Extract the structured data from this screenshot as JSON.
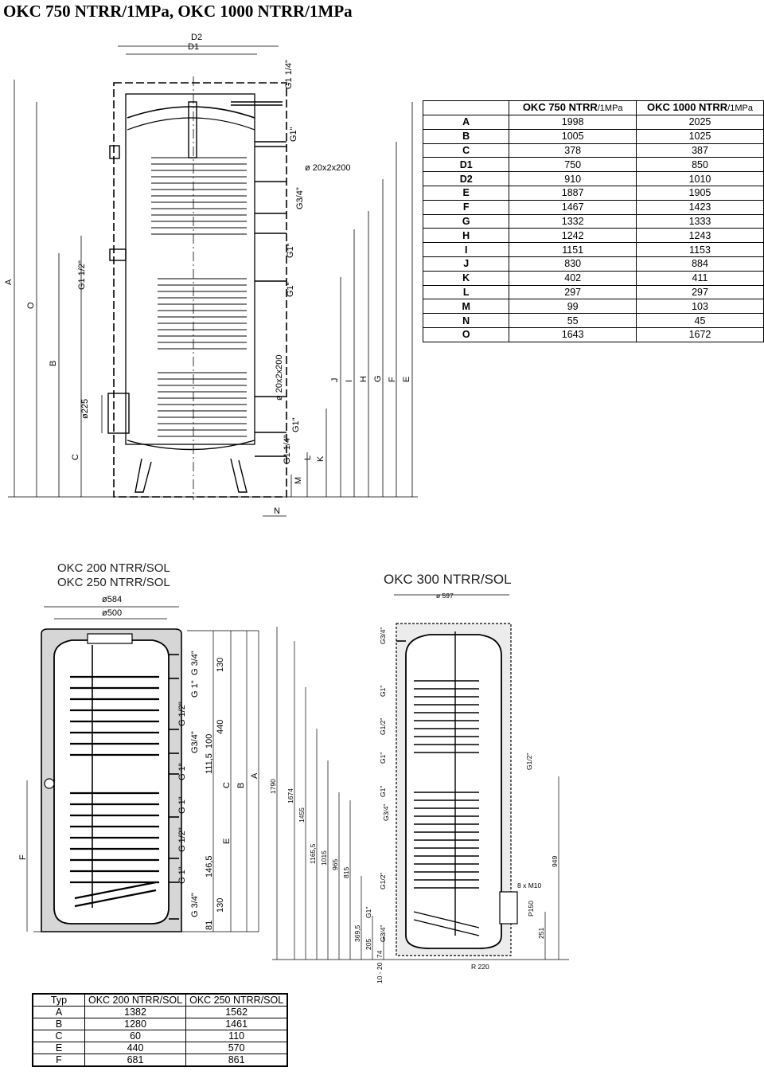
{
  "page": {
    "title": "OKC 750 NTRR/1MPa, OKC 1000 NTRR/1MPa"
  },
  "top_drawing": {
    "dim_labels": [
      "D2",
      "D1",
      "G1 1/4\"",
      "G1\"",
      "ø 20x2x200",
      "G3/4\"",
      "G1\"",
      "G1 1/2\"",
      "G1\"",
      "A",
      "O",
      "B",
      "ø 20x2x200",
      "ø225",
      "G1\"",
      "G1 1/4\"",
      "C",
      "J",
      "I",
      "H",
      "G",
      "F",
      "E",
      "K",
      "L",
      "M",
      "N"
    ]
  },
  "table_750": {
    "headers": [
      "",
      "OKC 750 NTRR",
      "/1MPa",
      "OKC 1000 NTRR",
      "/1MPa"
    ],
    "rows": [
      {
        "key": "A",
        "v750": "1998",
        "v1000": "2025"
      },
      {
        "key": "B",
        "v750": "1005",
        "v1000": "1025"
      },
      {
        "key": "C",
        "v750": "378",
        "v1000": "387"
      },
      {
        "key": "D1",
        "v750": "750",
        "v1000": "850"
      },
      {
        "key": "D2",
        "v750": "910",
        "v1000": "1010"
      },
      {
        "key": "E",
        "v750": "1887",
        "v1000": "1905"
      },
      {
        "key": "F",
        "v750": "1467",
        "v1000": "1423"
      },
      {
        "key": "G",
        "v750": "1332",
        "v1000": "1333"
      },
      {
        "key": "H",
        "v750": "1242",
        "v1000": "1243"
      },
      {
        "key": "I",
        "v750": "1151",
        "v1000": "1153"
      },
      {
        "key": "J",
        "v750": "830",
        "v1000": "884"
      },
      {
        "key": "K",
        "v750": "402",
        "v1000": "411"
      },
      {
        "key": "L",
        "v750": "297",
        "v1000": "297"
      },
      {
        "key": "M",
        "v750": "99",
        "v1000": "103"
      },
      {
        "key": "N",
        "v750": "55",
        "v1000": "45"
      },
      {
        "key": "O",
        "v750": "1643",
        "v1000": "1672"
      }
    ]
  },
  "drawing_200": {
    "title_line1": "OKC 200 NTRR/SOL",
    "title_line2": "OKC 250 NTRR/SOL",
    "dia_outer": "ø584",
    "dia_inner": "ø500",
    "conn_labels": [
      "G 3/4\"",
      "G 1\"",
      "G 1/2\"",
      "G3/4\"",
      "G 1\"",
      "G 1\"",
      "G 1/2\"",
      "G 1\"",
      "G 3/4\""
    ],
    "dims": [
      "130",
      "440",
      "100",
      "111,5",
      "146,5",
      "130",
      "81"
    ],
    "letters": [
      "C",
      "B",
      "A",
      "E",
      "F"
    ]
  },
  "drawing_300": {
    "title": "OKC 300 NTRR/SOL",
    "dia": "ø 597",
    "conn_labels": [
      "G3/4\"",
      "G1\"",
      "G1/2\"",
      "G1\"",
      "G1\"",
      "G3/4\"",
      "G1/2\"",
      "G1\"",
      "G3/4\"",
      "G1/2\""
    ],
    "dims": [
      "1790",
      "1674",
      "1455",
      "1165,5",
      "1015",
      "965",
      "815",
      "369,5",
      "205",
      "74",
      "10 - 20",
      "949",
      "251",
      "P150",
      "R 220",
      "8 x M10"
    ]
  },
  "table_200": {
    "headers": [
      "Typ",
      "OKC 200 NTRR/SOL",
      "OKC 250 NTRR/SOL"
    ],
    "rows": [
      {
        "key": "A",
        "v200": "1382",
        "v250": "1562"
      },
      {
        "key": "B",
        "v200": "1280",
        "v250": "1461"
      },
      {
        "key": "C",
        "v200": "60",
        "v250": "110"
      },
      {
        "key": "E",
        "v200": "440",
        "v250": "570"
      },
      {
        "key": "F",
        "v200": "681",
        "v250": "861"
      }
    ]
  }
}
